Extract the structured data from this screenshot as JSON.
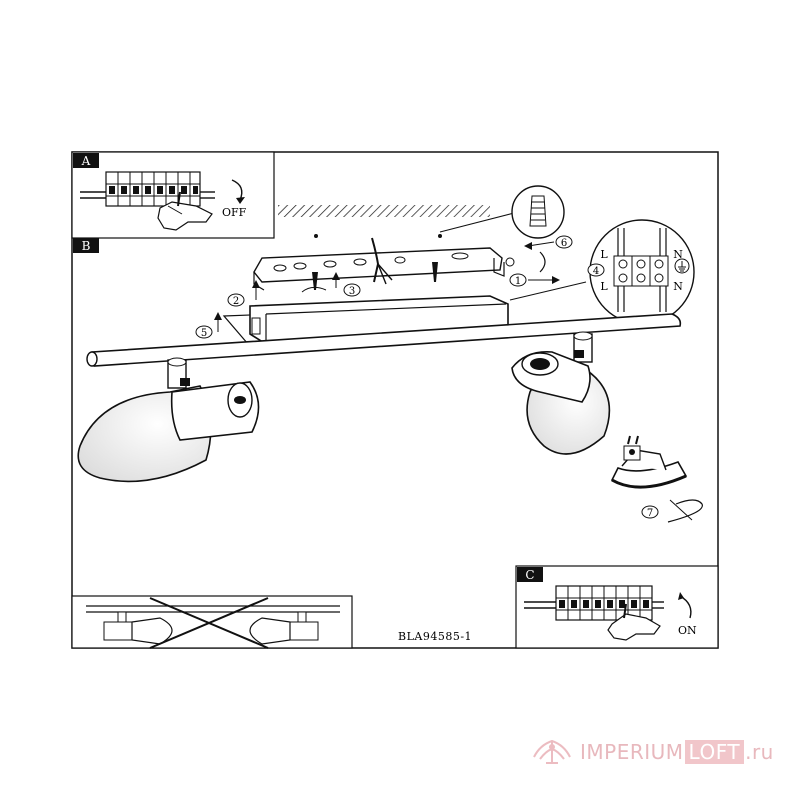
{
  "panels": {
    "a_label": "A",
    "b_label": "B",
    "c_label": "C"
  },
  "states": {
    "off": "OFF",
    "on": "ON"
  },
  "terminals": {
    "live_top": "L",
    "neutral_top": "N",
    "live_bottom": "L",
    "neutral_bottom": "N"
  },
  "steps": [
    "1",
    "2",
    "3",
    "4",
    "5",
    "6",
    "7"
  ],
  "model_code": "BLA94585-1",
  "watermark": {
    "brand_prefix": "IMPERIUM",
    "brand_highlight": "LOFT",
    "brand_suffix": ".ru",
    "colors": {
      "text": "#e8b8bd",
      "highlight_bg": "#f1c6ca"
    }
  },
  "icons": {
    "ground": "ground-symbol-icon",
    "prohibited": "cross-out-icon",
    "hand": "hand-icon"
  }
}
